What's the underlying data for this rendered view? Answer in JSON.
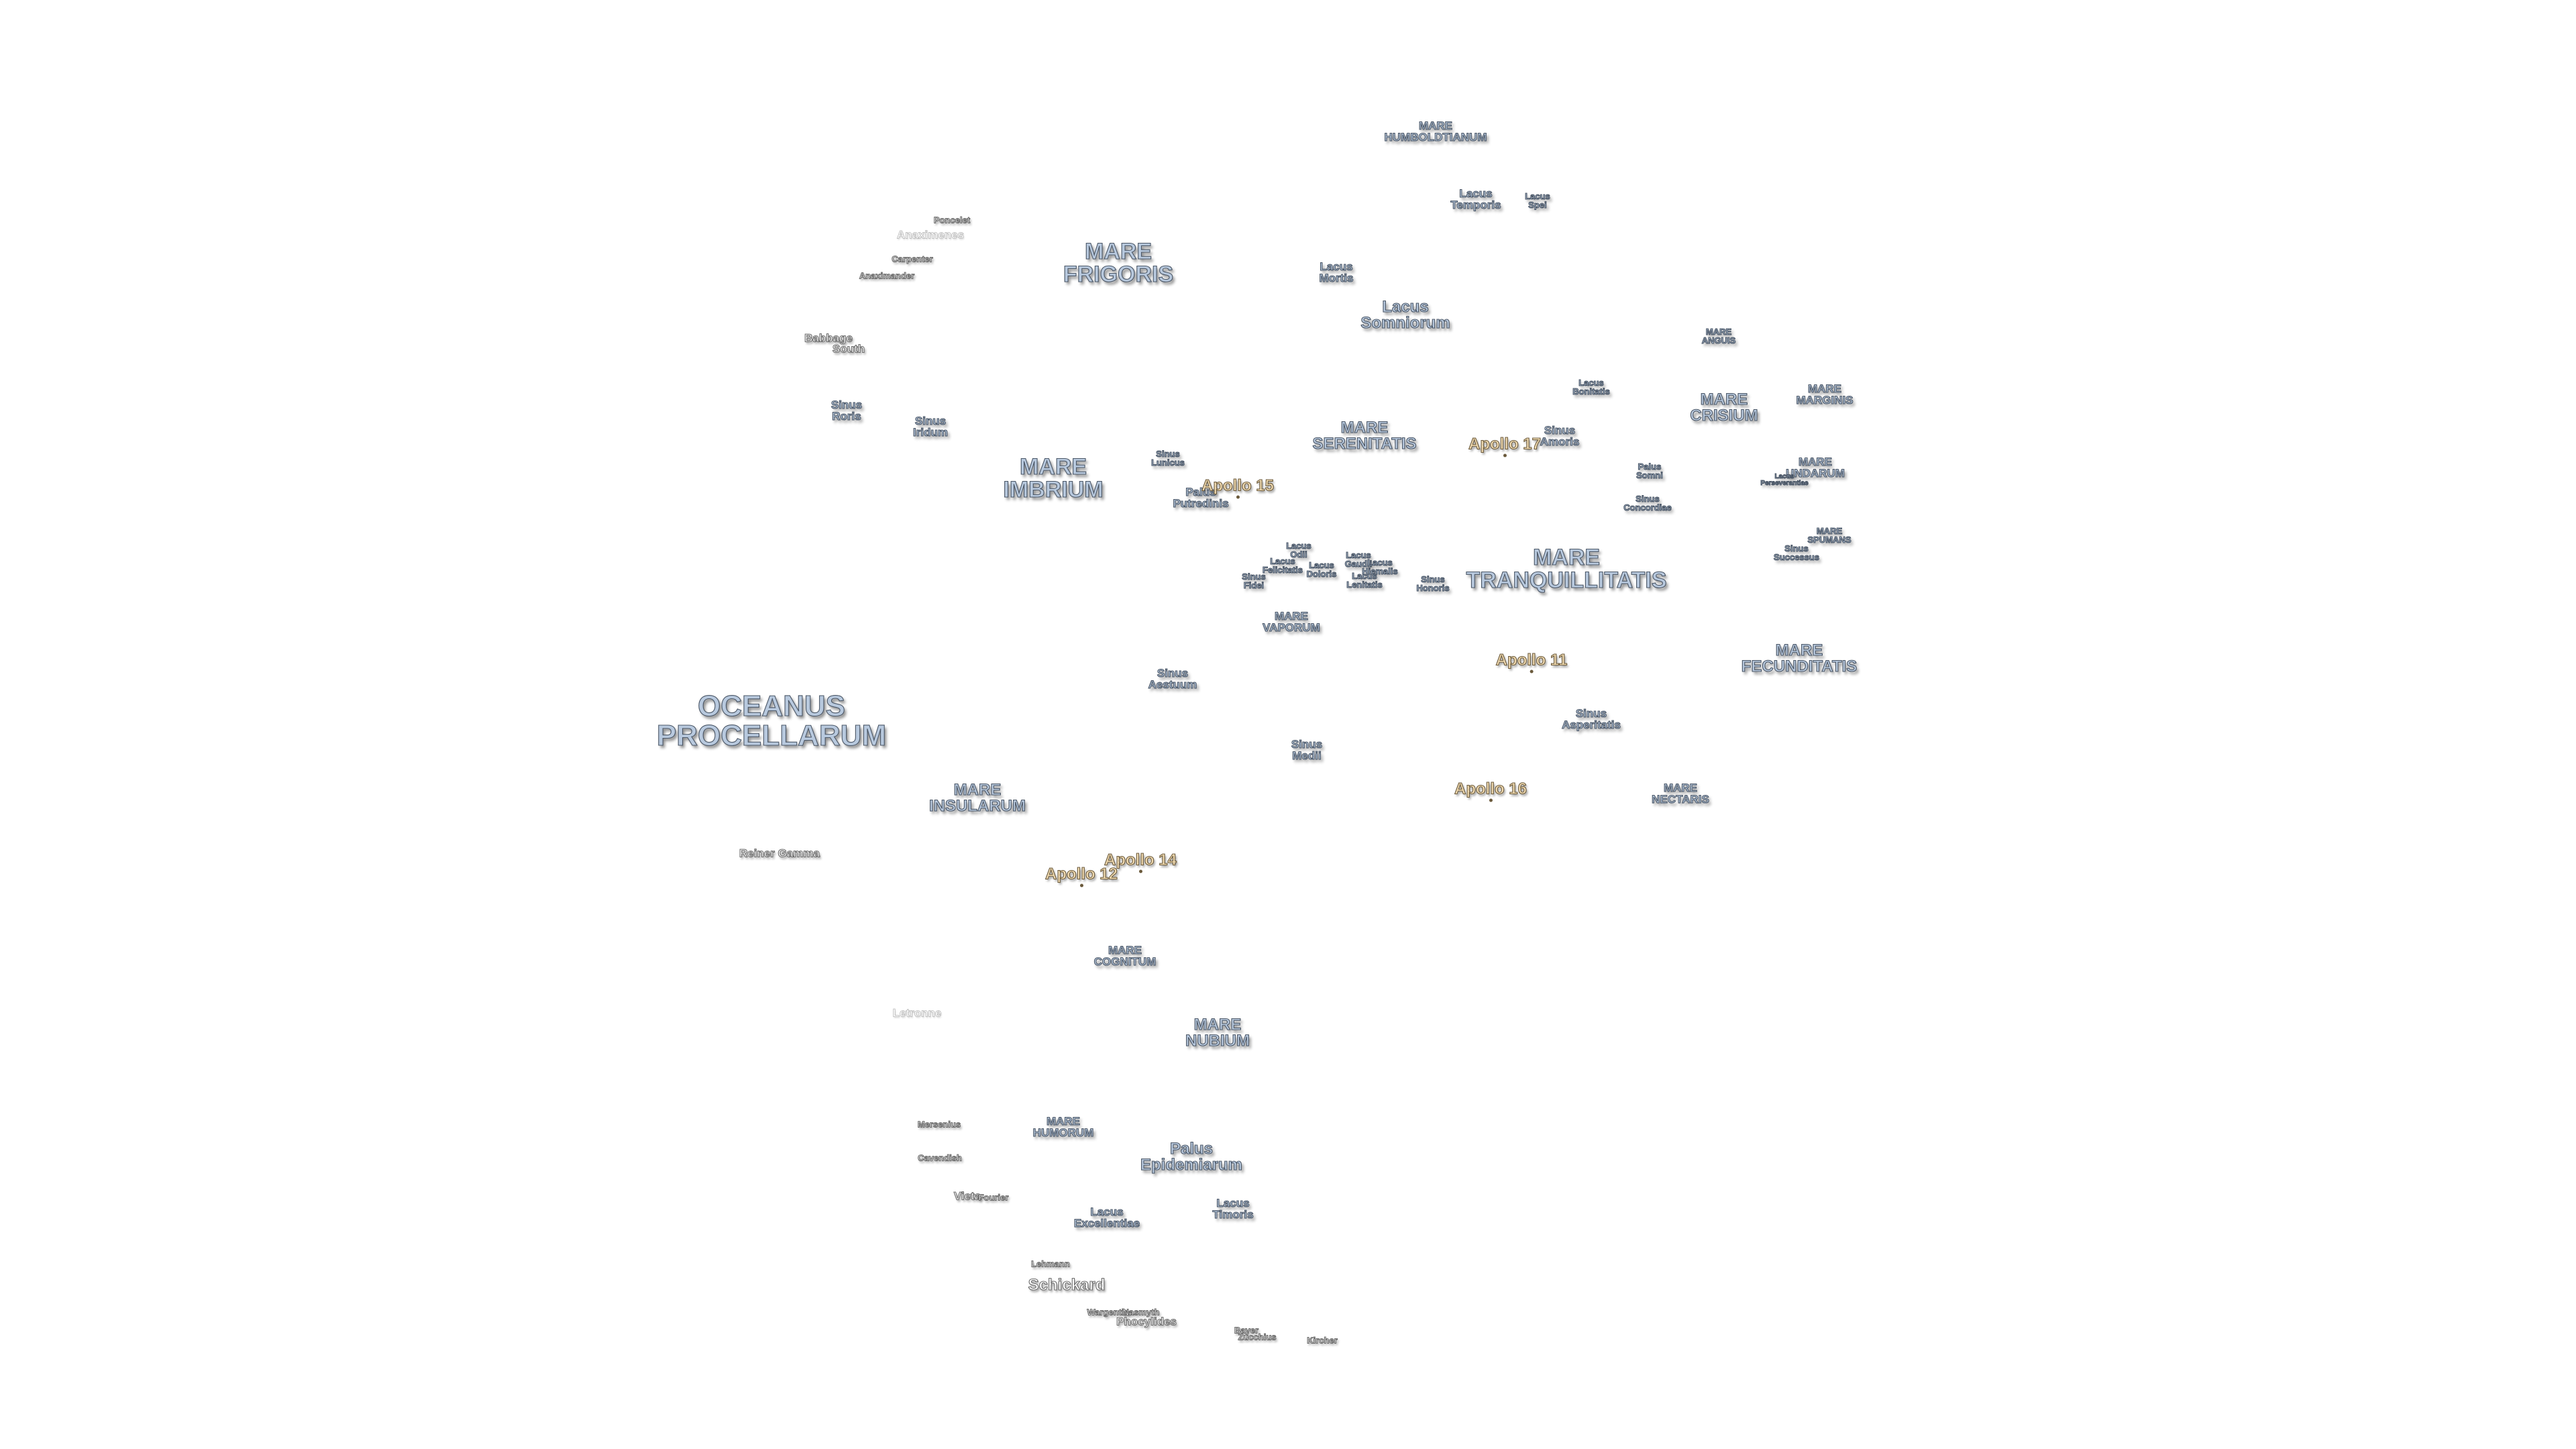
{
  "maria": [
    {
      "id": "oceanus-procellarum",
      "lines": [
        "OCEANUS",
        "PROCELLARUM"
      ]
    },
    {
      "id": "mare-frigoris",
      "lines": [
        "MARE",
        "FRIGORIS"
      ]
    },
    {
      "id": "mare-imbrium",
      "lines": [
        "MARE",
        "IMBRIUM"
      ]
    },
    {
      "id": "mare-serenitatis",
      "lines": [
        "MARE",
        "SERENITATIS"
      ]
    },
    {
      "id": "mare-tranquillitatis",
      "lines": [
        "MARE",
        "TRANQUILLITATIS"
      ]
    },
    {
      "id": "mare-fecunditatis",
      "lines": [
        "MARE",
        "FECUNDITATIS"
      ]
    },
    {
      "id": "mare-crisium",
      "lines": [
        "MARE",
        "CRISIUM"
      ]
    },
    {
      "id": "mare-nubium",
      "lines": [
        "MARE",
        "NUBIUM"
      ]
    },
    {
      "id": "mare-humboldtianum",
      "lines": [
        "MARE",
        "HUMBOLDTIANUM"
      ]
    },
    {
      "id": "mare-anguis",
      "lines": [
        "MARE",
        "ANGUIS"
      ]
    },
    {
      "id": "mare-marginis",
      "lines": [
        "MARE",
        "MARGINIS"
      ]
    },
    {
      "id": "mare-undarum",
      "lines": [
        "MARE",
        "UNDARUM"
      ]
    },
    {
      "id": "mare-spumans",
      "lines": [
        "MARE",
        "SPUMANS"
      ]
    },
    {
      "id": "mare-vaporum",
      "lines": [
        "MARE",
        "VAPORUM"
      ]
    },
    {
      "id": "mare-insularum",
      "lines": [
        "MARE",
        "INSULARUM"
      ]
    },
    {
      "id": "mare-nectaris",
      "lines": [
        "MARE",
        "NECTARIS"
      ]
    },
    {
      "id": "mare-cognitum",
      "lines": [
        "MARE",
        "COGNITUM"
      ]
    },
    {
      "id": "mare-humorum",
      "lines": [
        "MARE",
        "HUMORUM"
      ]
    }
  ],
  "minor_features": [
    {
      "id": "lacus-temporis",
      "lines": [
        "Lacus",
        "Temporis"
      ]
    },
    {
      "id": "lacus-spei",
      "lines": [
        "Lacus",
        "Spei"
      ]
    },
    {
      "id": "lacus-mortis",
      "lines": [
        "Lacus",
        "Mortis"
      ]
    },
    {
      "id": "lacus-somniorum",
      "lines": [
        "Lacus",
        "Somniorum"
      ]
    },
    {
      "id": "lacus-bonitatis",
      "lines": [
        "Lacus",
        "Bonitatis"
      ]
    },
    {
      "id": "sinus-amoris",
      "lines": [
        "Sinus",
        "Amoris"
      ]
    },
    {
      "id": "palus-somni",
      "lines": [
        "Palus",
        "Somni"
      ]
    },
    {
      "id": "sinus-concordiae",
      "lines": [
        "Sinus",
        "Concordiae"
      ]
    },
    {
      "id": "lacus-perseverantiae",
      "lines": [
        "Lacus",
        "Perseverantiae"
      ]
    },
    {
      "id": "sinus-successus",
      "lines": [
        "Sinus",
        "Successus"
      ]
    },
    {
      "id": "sinus-roris",
      "lines": [
        "Sinus",
        "Roris"
      ]
    },
    {
      "id": "sinus-iridum",
      "lines": [
        "Sinus",
        "Iridum"
      ]
    },
    {
      "id": "sinus-lunicus",
      "lines": [
        "Sinus",
        "Lunicus"
      ]
    },
    {
      "id": "palus-putredinis",
      "lines": [
        "Palus",
        "Putredinis"
      ]
    },
    {
      "id": "lacus-odii",
      "lines": [
        "Lacus",
        "Odii"
      ]
    },
    {
      "id": "lacus-felicitatis",
      "lines": [
        "Lacus",
        "Felicitatis"
      ]
    },
    {
      "id": "lacus-doloris",
      "lines": [
        "Lacus",
        "Doloris"
      ]
    },
    {
      "id": "sinus-fidei",
      "lines": [
        "Sinus",
        "Fidei"
      ]
    },
    {
      "id": "lacus-gaudii",
      "lines": [
        "Lacus",
        "Gaudii"
      ]
    },
    {
      "id": "lacus-hiemalis",
      "lines": [
        "Lacus",
        "Hiemalis"
      ]
    },
    {
      "id": "lacus-lenitatis",
      "lines": [
        "Lacus",
        "Lenitatis"
      ]
    },
    {
      "id": "sinus-honoris",
      "lines": [
        "Sinus",
        "Honoris"
      ]
    },
    {
      "id": "sinus-aestuum",
      "lines": [
        "Sinus",
        "Aestuum"
      ]
    },
    {
      "id": "sinus-medii",
      "lines": [
        "Sinus",
        "Medii"
      ]
    },
    {
      "id": "sinus-asperitatis",
      "lines": [
        "Sinus",
        "Asperitatis"
      ]
    },
    {
      "id": "palus-epidemiarum",
      "lines": [
        "Palus",
        "Epidemiarum"
      ]
    },
    {
      "id": "lacus-excellentiae",
      "lines": [
        "Lacus",
        "Excellentiae"
      ]
    },
    {
      "id": "lacus-timoris",
      "lines": [
        "Lacus",
        "Timoris"
      ]
    }
  ],
  "apollo_sites": [
    {
      "id": "apollo-11",
      "label": "Apollo 11"
    },
    {
      "id": "apollo-12",
      "label": "Apollo 12"
    },
    {
      "id": "apollo-14",
      "label": "Apollo 14"
    },
    {
      "id": "apollo-15",
      "label": "Apollo 15"
    },
    {
      "id": "apollo-16",
      "label": "Apollo 16"
    },
    {
      "id": "apollo-17",
      "label": "Apollo 17"
    }
  ],
  "craters": [
    {
      "id": "poncelet",
      "label": "Poncelet"
    },
    {
      "id": "anaximenes",
      "label": "Anaximenes"
    },
    {
      "id": "carpenter",
      "label": "Carpenter"
    },
    {
      "id": "anaximander",
      "label": "Anaximander"
    },
    {
      "id": "babbage",
      "label": "Babbage"
    },
    {
      "id": "south",
      "label": "South"
    },
    {
      "id": "reiner-gamma",
      "label": "Reiner Gamma"
    },
    {
      "id": "letronne",
      "label": "Letronne"
    },
    {
      "id": "mersenius",
      "label": "Mersenius"
    },
    {
      "id": "cavendish",
      "label": "Cavendish"
    },
    {
      "id": "vieta",
      "label": "Vieta"
    },
    {
      "id": "fourier",
      "label": "Fourier"
    },
    {
      "id": "lehmann",
      "label": "Lehmann"
    },
    {
      "id": "schickard",
      "label": "Schickard"
    },
    {
      "id": "wargentin",
      "label": "Wargentin"
    },
    {
      "id": "nasmyth",
      "label": "Nasmyth"
    },
    {
      "id": "phocylides",
      "label": "Phocylides"
    },
    {
      "id": "bayer",
      "label": "Bayer"
    },
    {
      "id": "zucchius",
      "label": "Zucchius"
    },
    {
      "id": "kircher",
      "label": "Kircher"
    }
  ]
}
